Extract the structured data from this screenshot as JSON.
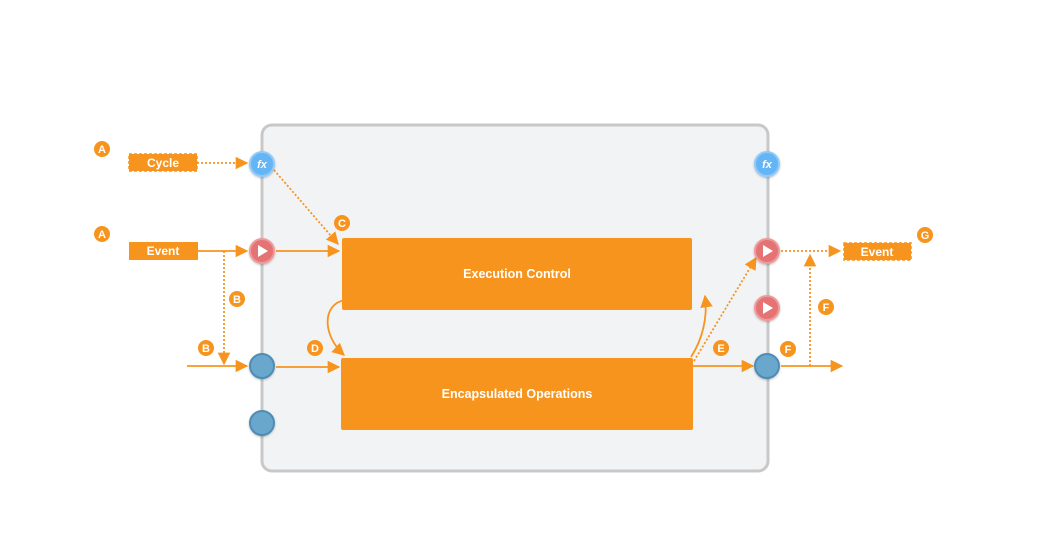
{
  "diagram": {
    "blocks": {
      "execution_control": "Execution Control",
      "encapsulated_operations": "Encapsulated Operations"
    },
    "inputs": {
      "cycle": "Cycle",
      "event": "Event"
    },
    "outputs": {
      "event": "Event"
    },
    "ports": {
      "fx": "fx"
    },
    "badges": {
      "a_top": "A",
      "a_event": "A",
      "b_vertical": "B",
      "b_horizontal": "B",
      "c": "C",
      "d": "D",
      "e": "E",
      "f_port": "F",
      "f_vertical": "F",
      "g": "G"
    },
    "colors": {
      "orange": "#F7941E",
      "fx_blue": "#64B5F6",
      "event_red": "#E57373",
      "data_blue": "#6BA7CC",
      "container_fill": "#F2F3F5",
      "container_stroke": "#C8C8C8"
    }
  }
}
